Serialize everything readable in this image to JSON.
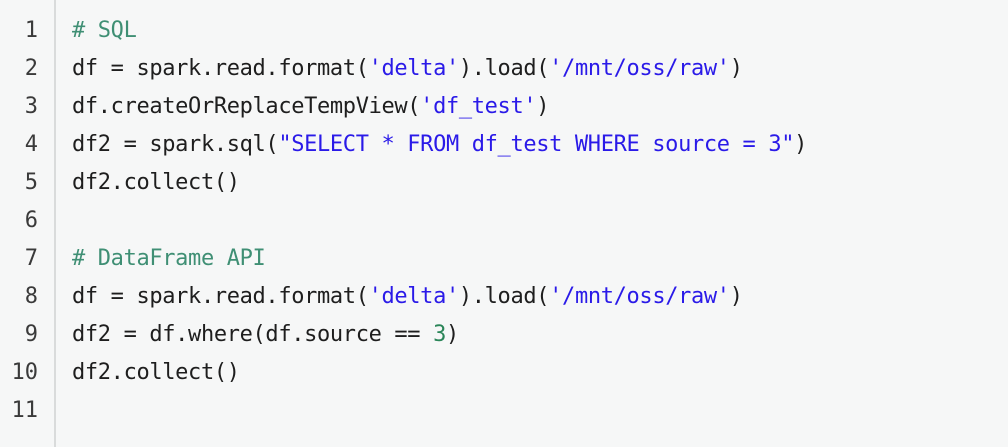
{
  "editor": {
    "name": "code-editor",
    "language": "python",
    "background_color": "#f6f7f7",
    "gutter_divider_color": "#d9dbdb",
    "line_number_color": "#3a3a3a",
    "total_lines": 11,
    "colors": {
      "plain": "#1e1e1e",
      "comment": "#3f8f74",
      "string": "#2a1ae8",
      "number": "#2a8558"
    },
    "line_numbers": [
      "1",
      "2",
      "3",
      "4",
      "5",
      "6",
      "7",
      "8",
      "9",
      "10",
      "11"
    ],
    "lines": [
      {
        "number": "1",
        "text": "# SQL",
        "tokens": [
          {
            "t": "# SQL",
            "c": "comment"
          }
        ]
      },
      {
        "number": "2",
        "text": "df = spark.read.format('delta').load('/mnt/oss/raw')",
        "tokens": [
          {
            "t": "df = spark.read.format(",
            "c": "plain"
          },
          {
            "t": "'delta'",
            "c": "string"
          },
          {
            "t": ").load(",
            "c": "plain"
          },
          {
            "t": "'/mnt/oss/raw'",
            "c": "string"
          },
          {
            "t": ")",
            "c": "plain"
          }
        ]
      },
      {
        "number": "3",
        "text": "df.createOrReplaceTempView('df_test')",
        "tokens": [
          {
            "t": "df.createOrReplaceTempView(",
            "c": "plain"
          },
          {
            "t": "'df_test'",
            "c": "string"
          },
          {
            "t": ")",
            "c": "plain"
          }
        ]
      },
      {
        "number": "4",
        "text": "df2 = spark.sql(\"SELECT * FROM df_test WHERE source = 3\")",
        "tokens": [
          {
            "t": "df2 = spark.sql(",
            "c": "plain"
          },
          {
            "t": "\"SELECT * FROM df_test WHERE source = 3\"",
            "c": "string"
          },
          {
            "t": ")",
            "c": "plain"
          }
        ]
      },
      {
        "number": "5",
        "text": "df2.collect()",
        "tokens": [
          {
            "t": "df2.collect()",
            "c": "plain"
          }
        ]
      },
      {
        "number": "6",
        "text": "",
        "tokens": []
      },
      {
        "number": "7",
        "text": "# DataFrame API",
        "tokens": [
          {
            "t": "# DataFrame API",
            "c": "comment"
          }
        ]
      },
      {
        "number": "8",
        "text": "df = spark.read.format('delta').load('/mnt/oss/raw')",
        "tokens": [
          {
            "t": "df = spark.read.format(",
            "c": "plain"
          },
          {
            "t": "'delta'",
            "c": "string"
          },
          {
            "t": ").load(",
            "c": "plain"
          },
          {
            "t": "'/mnt/oss/raw'",
            "c": "string"
          },
          {
            "t": ")",
            "c": "plain"
          }
        ]
      },
      {
        "number": "9",
        "text": "df2 = df.where(df.source == 3)",
        "tokens": [
          {
            "t": "df2 = df.where(df.source == ",
            "c": "plain"
          },
          {
            "t": "3",
            "c": "number"
          },
          {
            "t": ")",
            "c": "plain"
          }
        ]
      },
      {
        "number": "10",
        "text": "df2.collect()",
        "tokens": [
          {
            "t": "df2.collect()",
            "c": "plain"
          }
        ]
      },
      {
        "number": "11",
        "text": "",
        "tokens": []
      }
    ]
  }
}
